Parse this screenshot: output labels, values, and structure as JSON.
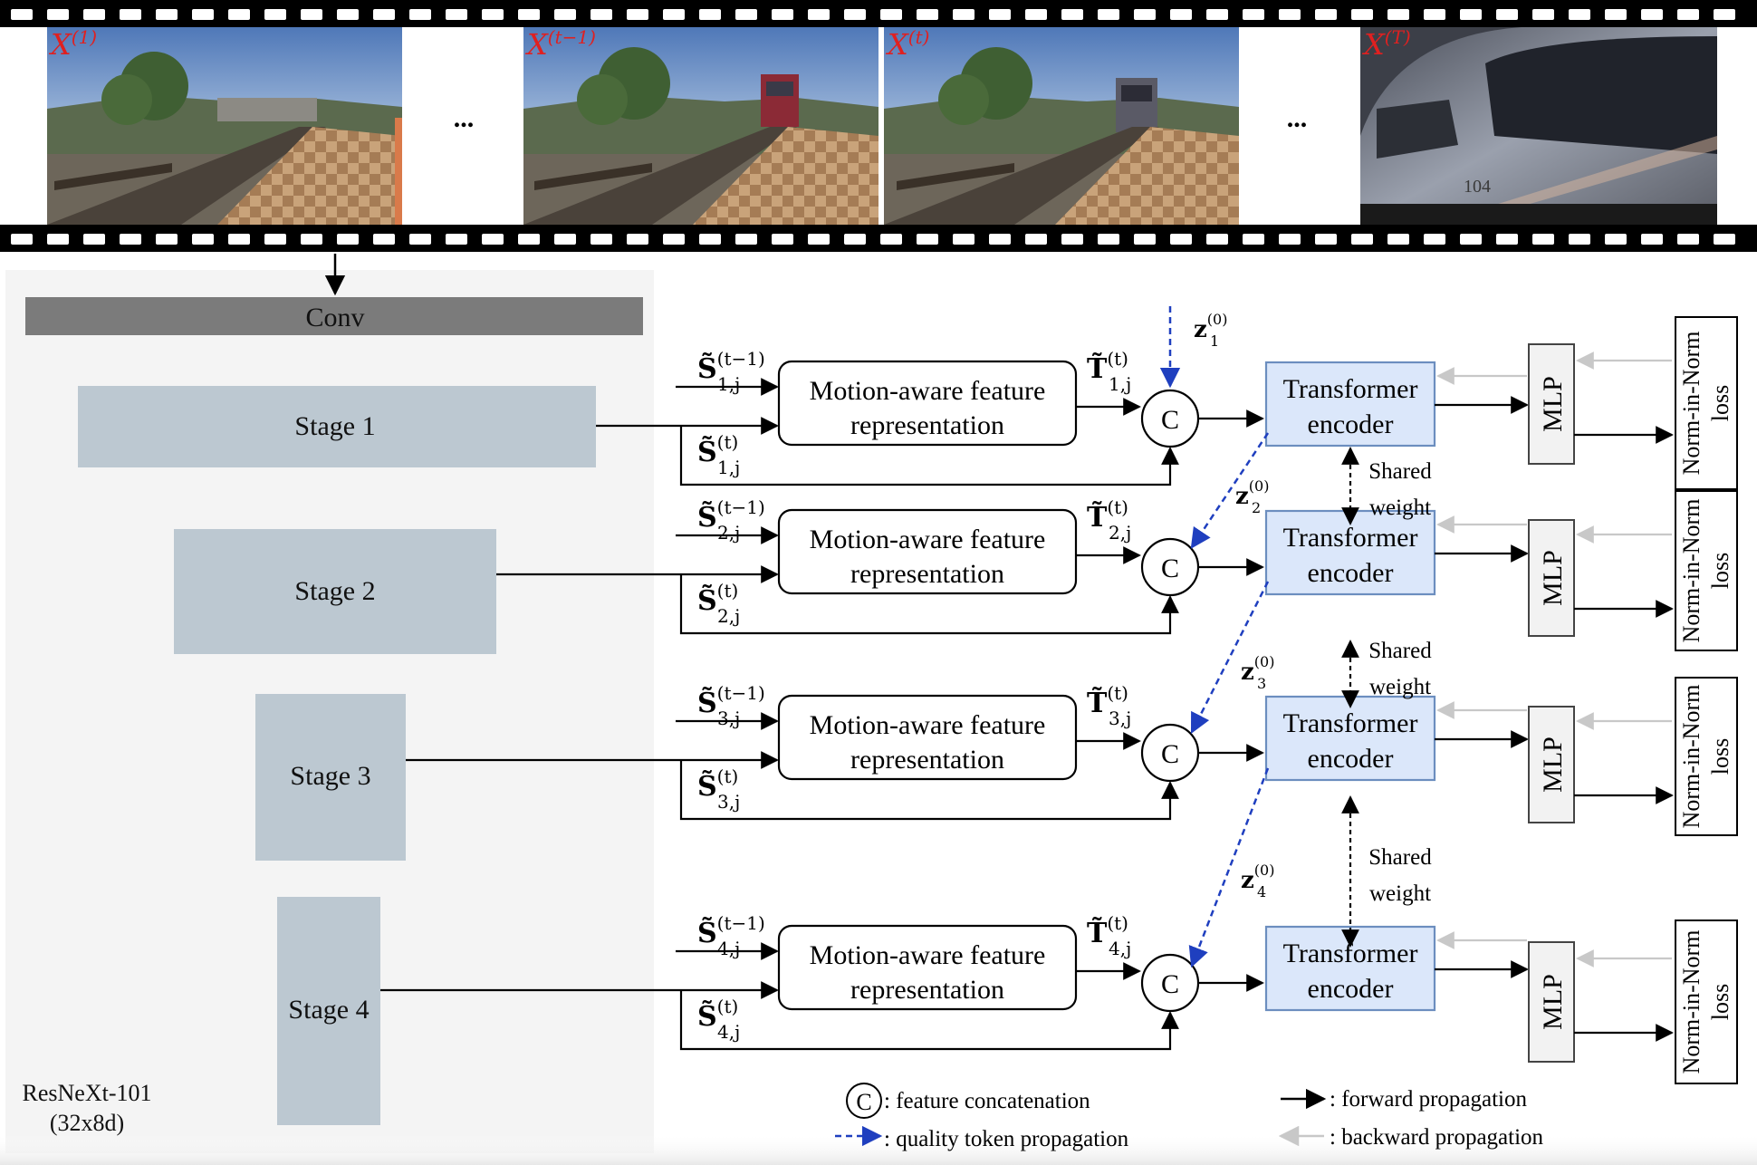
{
  "film": {
    "frames": [
      {
        "label": "X",
        "sup": "(1)"
      },
      {
        "label": "X",
        "sup": "(t−1)"
      },
      {
        "label": "X",
        "sup": "(t)"
      },
      {
        "label": "X",
        "sup": "(T)"
      }
    ],
    "ellipsis": "...",
    "train_number": "104"
  },
  "backbone": {
    "conv": "Conv",
    "name_line1": "ResNeXt-101",
    "name_line2": "(32x8d)",
    "stages": [
      "Stage 1",
      "Stage 2",
      "Stage 3",
      "Stage 4"
    ]
  },
  "rows": [
    {
      "s_prev_sub": "1,j",
      "s_cur_sub": "1,j",
      "t_sub": "1,j",
      "z_sub": "1"
    },
    {
      "s_prev_sub": "2,j",
      "s_cur_sub": "2,j",
      "t_sub": "2,j",
      "z_sub": "2"
    },
    {
      "s_prev_sub": "3,j",
      "s_cur_sub": "3,j",
      "t_sub": "3,j",
      "z_sub": "3"
    },
    {
      "s_prev_sub": "4,j",
      "s_cur_sub": "4,j",
      "t_sub": "4,j",
      "z_sub": "4"
    }
  ],
  "symbols": {
    "s": "S̃",
    "t": "T̃",
    "z": "z",
    "sup_prev": "(t−1)",
    "sup_cur": "(t)",
    "sup_zero": "(0)"
  },
  "blocks": {
    "motion_line1": "Motion-aware feature",
    "motion_line2": "representation",
    "concat": "C",
    "transformer_line1": "Transformer",
    "transformer_line2": "encoder",
    "mlp": "MLP",
    "loss_line1": "Norm-in-Norm",
    "loss_line2": "loss",
    "shared_line1": "Shared",
    "shared_line2": "weight"
  },
  "legend": {
    "concat_symbol": "C",
    "concat_text": ": feature concatenation",
    "quality_text": ": quality token propagation",
    "forward_text": ": forward propagation",
    "backward_text": ": backward propagation"
  },
  "colors": {
    "stage_fill": "#bcc8d1",
    "backbone_bg": "#f4f4f4",
    "conv_fill": "#7b7b7b",
    "transformer_fill": "#dbe7fa",
    "transformer_stroke": "#6c8ebf",
    "mlp_fill": "#f2f2f2",
    "quality_blue": "#1f3fbf",
    "frame_label_red": "#e02020",
    "backward_gray": "#c8c8c8"
  }
}
